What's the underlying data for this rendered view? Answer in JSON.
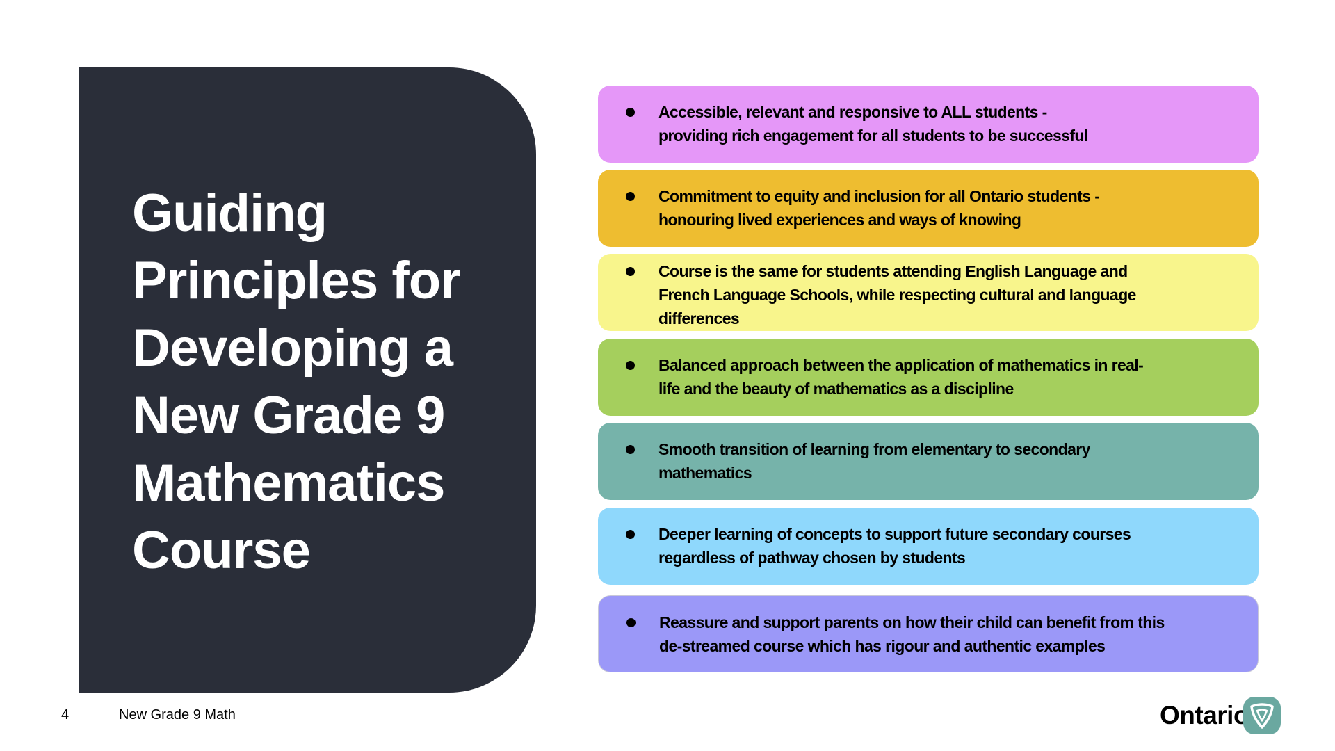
{
  "title_lines": [
    "Guiding",
    "Principles for",
    "Developing a",
    "New Grade 9",
    "Mathematics",
    "Course"
  ],
  "principles": [
    {
      "color": "#e597f8",
      "lines": [
        "Accessible, relevant and responsive to ALL students  -",
        "providing rich engagement for all students to be successful"
      ]
    },
    {
      "color": "#eebd30",
      "lines": [
        "Commitment to equity and inclusion for all Ontario students -",
        "honouring lived experiences and ways of knowing"
      ]
    },
    {
      "color": "#f8f58c",
      "lines": [
        "Course is the same for students attending English Language and",
        "French Language Schools, while respecting cultural and language",
        "differences"
      ]
    },
    {
      "color": "#a5cf5d",
      "lines": [
        "Balanced approach between the application of mathematics in real-",
        "life and the beauty of mathematics as a discipline"
      ]
    },
    {
      "color": "#76b3aa",
      "lines": [
        "Smooth transition of learning from elementary to secondary",
        "mathematics"
      ]
    },
    {
      "color": "#8fd8fc",
      "lines": [
        "Deeper learning of concepts to support future secondary courses",
        "regardless of pathway chosen by students"
      ]
    },
    {
      "color": "#9b98f8",
      "lines": [
        "Reassure and support parents on how their child can benefit from this",
        "de-streamed course which has rigour and authentic examples"
      ]
    }
  ],
  "footer": {
    "page_number": "4",
    "deck_title": "New Grade 9 Math"
  },
  "logo": {
    "text": "Ontario",
    "icon": "trillium-icon",
    "color": "#6aa8a0"
  }
}
